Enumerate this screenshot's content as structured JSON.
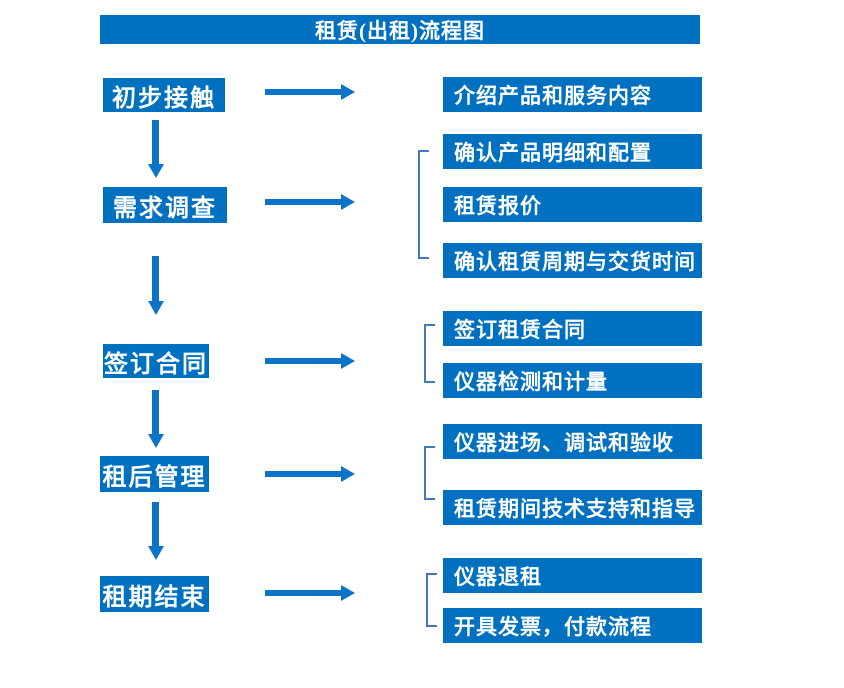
{
  "title": "租赁(出租)流程图",
  "colors": {
    "box_blue": "#0070C0",
    "arrow_blue": "#0C74C8",
    "bracket_blue": "#4678BE",
    "text_white": "#FFFFFF",
    "background": "#FFFFFF"
  },
  "steps": [
    {
      "label": "初步接触",
      "outputs": [
        "介绍产品和服务内容"
      ]
    },
    {
      "label": "需求调查",
      "outputs": [
        "确认产品明细和配置",
        "租赁报价",
        "确认租赁周期与交货时间"
      ]
    },
    {
      "label": "签订合同",
      "outputs": [
        "签订租赁合同",
        "仪器检测和计量"
      ]
    },
    {
      "label": "租后管理",
      "outputs": [
        "仪器进场、调试和验收",
        "租赁期间技术支持和指导"
      ]
    },
    {
      "label": "租期结束",
      "outputs": [
        "仪器退租",
        "开具发票，付款流程"
      ]
    }
  ]
}
